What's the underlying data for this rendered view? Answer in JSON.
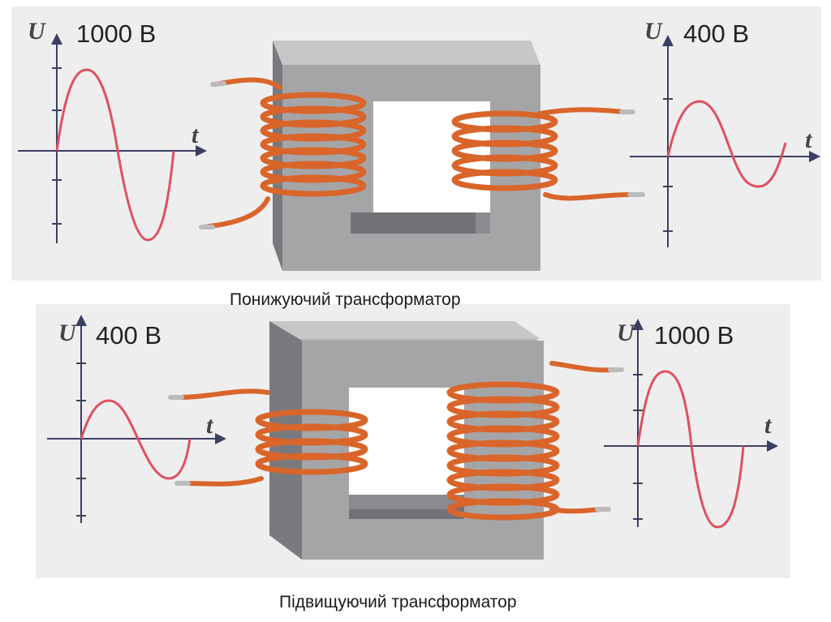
{
  "top": {
    "caption": "Понижуючий трансформатор",
    "left_graph": {
      "axis_y": "U",
      "axis_x": "t",
      "voltage": "1000 В"
    },
    "right_graph": {
      "axis_y": "U",
      "axis_x": "t",
      "voltage": "400 В"
    }
  },
  "bottom": {
    "caption": "Підвищуючий трансформатор",
    "left_graph": {
      "axis_y": "U",
      "axis_x": "t",
      "voltage": "400 В"
    },
    "right_graph": {
      "axis_y": "U",
      "axis_x": "t",
      "voltage": "1000 В"
    }
  },
  "colors": {
    "panel": "#eeeeef",
    "wave": "#e05060",
    "axis": "#3c3f63",
    "coil": "#d9652a",
    "core_light": "#a5a5a8",
    "core_dark": "#727276"
  }
}
